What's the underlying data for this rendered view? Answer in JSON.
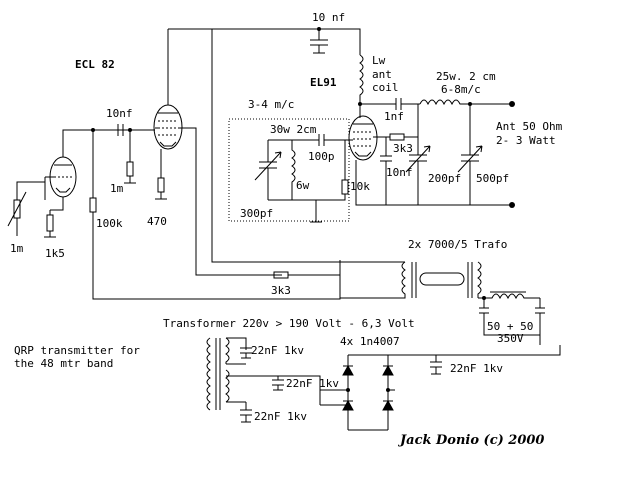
{
  "labels": {
    "cap_top": "10 nf",
    "tube1": "ECL 82",
    "tube2": "EL91",
    "coil_lw": "Lw",
    "coil_ant": "ant",
    "coil_coil": "coil",
    "coil_25w": "25w. 2 cm",
    "coil_freq": "6-8m/c",
    "cap_10nf_left": "10nf",
    "res_1m_a": "1m",
    "res_1m_b": "1m",
    "res_1k5": "1k5",
    "res_100k": "100k",
    "res_470": "470",
    "band": "3-4 m/c",
    "coil_30w": "30w 2cm",
    "cap_100p": "100p",
    "coil_6w": "6w",
    "cap_300pf": "300pf",
    "res_10k": "10k",
    "cap_1nf": "1nf",
    "res_3k3_a": "3k3",
    "cap_10nf_right": "10nf",
    "cap_200pf": "200pf",
    "cap_500pf": "500pf",
    "ant_1": "Ant 50 Ohm",
    "ant_2": "2- 3 Watt",
    "trafo": "2x 7000/5 Trafo",
    "res_3k3_b": "3k3",
    "transformer": "Transformer 220v > 190 Volt - 6,3 Volt",
    "caps_5050": "50 + 50",
    "volt_350": "350V",
    "qrp_1": "QRP transmitter for",
    "qrp_2": "the 48 mtr band",
    "diodes": "4x 1n4007",
    "c22_1": "22nF 1kv",
    "c22_2": "22nF 1kv",
    "c22_3": "22nF 1kv",
    "c22_4": "22nF 1kv",
    "signature": "Jack Donio (c) 2000"
  }
}
